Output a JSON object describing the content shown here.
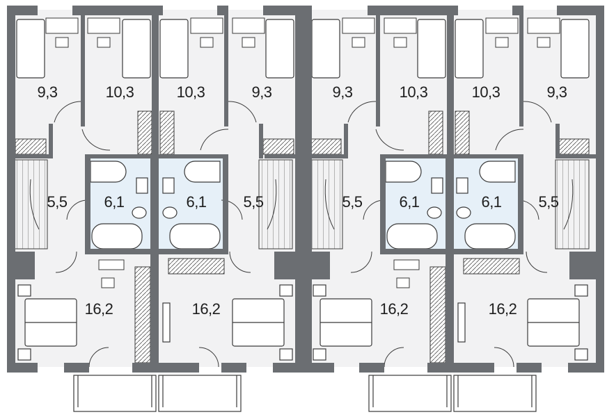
{
  "plan": {
    "colors": {
      "wall": "#6b6e72",
      "floor": "#f2f2f3",
      "bathroom": "#e6f0f8",
      "fixture": "#ffffff",
      "line": "#3a3a3a",
      "balcony": "#ffffff"
    },
    "rooms": [
      {
        "id": "bed-small-1",
        "area": "9,3"
      },
      {
        "id": "bed-mid-1",
        "area": "10,3"
      },
      {
        "id": "bed-mid-2",
        "area": "10,3"
      },
      {
        "id": "bed-small-2",
        "area": "9,3"
      },
      {
        "id": "bed-small-3",
        "area": "9,3"
      },
      {
        "id": "bed-mid-3",
        "area": "10,3"
      },
      {
        "id": "bed-mid-4",
        "area": "10,3"
      },
      {
        "id": "bed-small-4",
        "area": "9,3"
      },
      {
        "id": "hall-1",
        "area": "5,5"
      },
      {
        "id": "bath-1",
        "area": "6,1"
      },
      {
        "id": "bath-2",
        "area": "6,1"
      },
      {
        "id": "hall-2",
        "area": "5,5"
      },
      {
        "id": "hall-3",
        "area": "5,5"
      },
      {
        "id": "bath-3",
        "area": "6,1"
      },
      {
        "id": "bath-4",
        "area": "6,1"
      },
      {
        "id": "hall-4",
        "area": "5,5"
      },
      {
        "id": "master-1",
        "area": "16,2"
      },
      {
        "id": "master-2",
        "area": "16,2"
      },
      {
        "id": "master-3",
        "area": "16,2"
      },
      {
        "id": "master-4",
        "area": "16,2"
      }
    ]
  }
}
